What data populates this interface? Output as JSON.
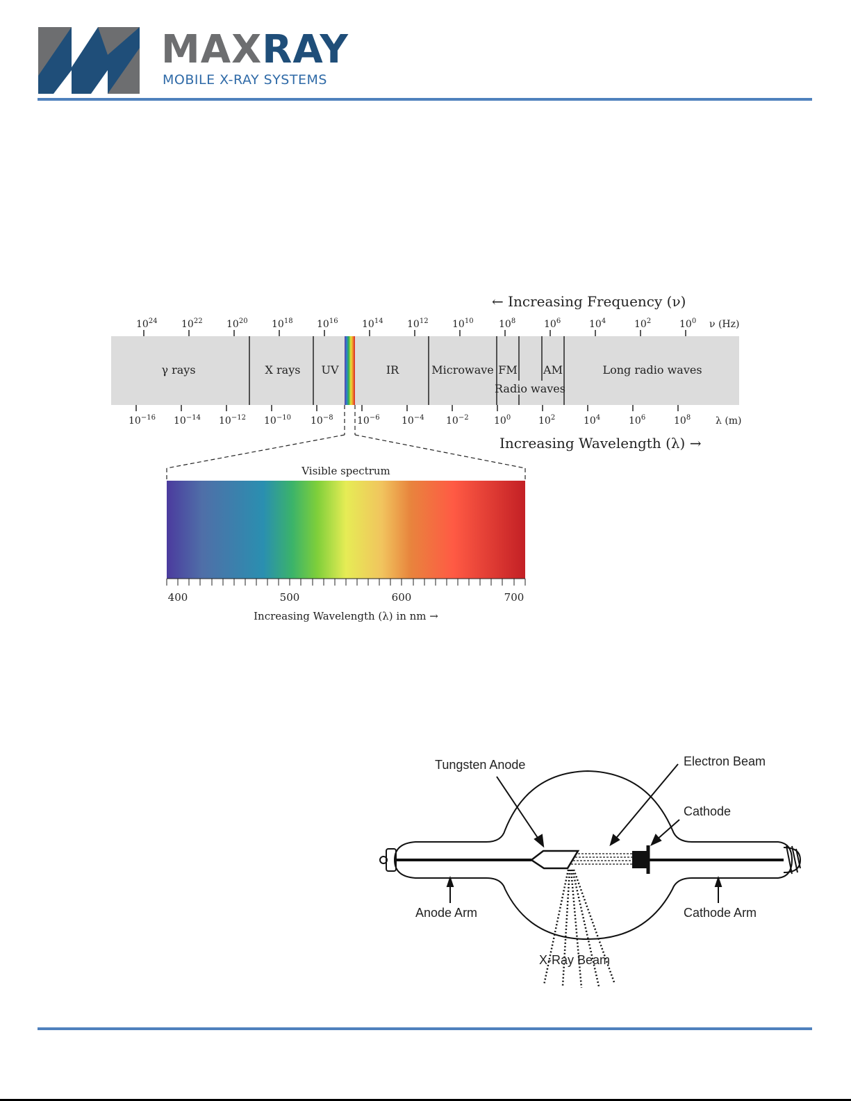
{
  "header": {
    "brand_prefix": "MAX",
    "brand_suffix": "RAY",
    "tagline": "MOBILE X-RAY SYSTEMS"
  },
  "spectrum": {
    "frequency_title": "← Increasing Frequency (ν)",
    "frequency_unit": "ν (Hz)",
    "frequency_ticks": [
      {
        "base": "10",
        "exp": "24"
      },
      {
        "base": "10",
        "exp": "22"
      },
      {
        "base": "10",
        "exp": "20"
      },
      {
        "base": "10",
        "exp": "18"
      },
      {
        "base": "10",
        "exp": "16"
      },
      {
        "base": "10",
        "exp": "14"
      },
      {
        "base": "10",
        "exp": "12"
      },
      {
        "base": "10",
        "exp": "10"
      },
      {
        "base": "10",
        "exp": "8"
      },
      {
        "base": "10",
        "exp": "6"
      },
      {
        "base": "10",
        "exp": "4"
      },
      {
        "base": "10",
        "exp": "2"
      },
      {
        "base": "10",
        "exp": "0"
      }
    ],
    "bands": {
      "gamma": "γ rays",
      "xray": "X rays",
      "uv": "UV",
      "ir": "IR",
      "microwave": "Microwave",
      "fm": "FM",
      "am": "AM",
      "radio": "Radio waves",
      "long_radio": "Long radio waves"
    },
    "wavelength_unit": "λ (m)",
    "wavelength_ticks": [
      {
        "base": "10",
        "exp": "−16"
      },
      {
        "base": "10",
        "exp": "−14"
      },
      {
        "base": "10",
        "exp": "−12"
      },
      {
        "base": "10",
        "exp": "−10"
      },
      {
        "base": "10",
        "exp": "−8"
      },
      {
        "base": "10",
        "exp": "−6"
      },
      {
        "base": "10",
        "exp": "−4"
      },
      {
        "base": "10",
        "exp": "−2"
      },
      {
        "base": "10",
        "exp": "0"
      },
      {
        "base": "10",
        "exp": "2"
      },
      {
        "base": "10",
        "exp": "4"
      },
      {
        "base": "10",
        "exp": "6"
      },
      {
        "base": "10",
        "exp": "8"
      }
    ],
    "wavelength_title": "Increasing Wavelength (λ) →",
    "visible": {
      "title": "Visible spectrum",
      "ticks": [
        "400",
        "500",
        "600",
        "700"
      ],
      "axis_title": "Increasing Wavelength (λ) in nm →"
    }
  },
  "tube": {
    "labels": {
      "tungsten_anode": "Tungsten Anode",
      "electron_beam": "Electron Beam",
      "cathode": "Cathode",
      "anode_arm": "Anode Arm",
      "cathode_arm": "Cathode Arm",
      "xray_beam": "X-Ray Beam"
    }
  }
}
